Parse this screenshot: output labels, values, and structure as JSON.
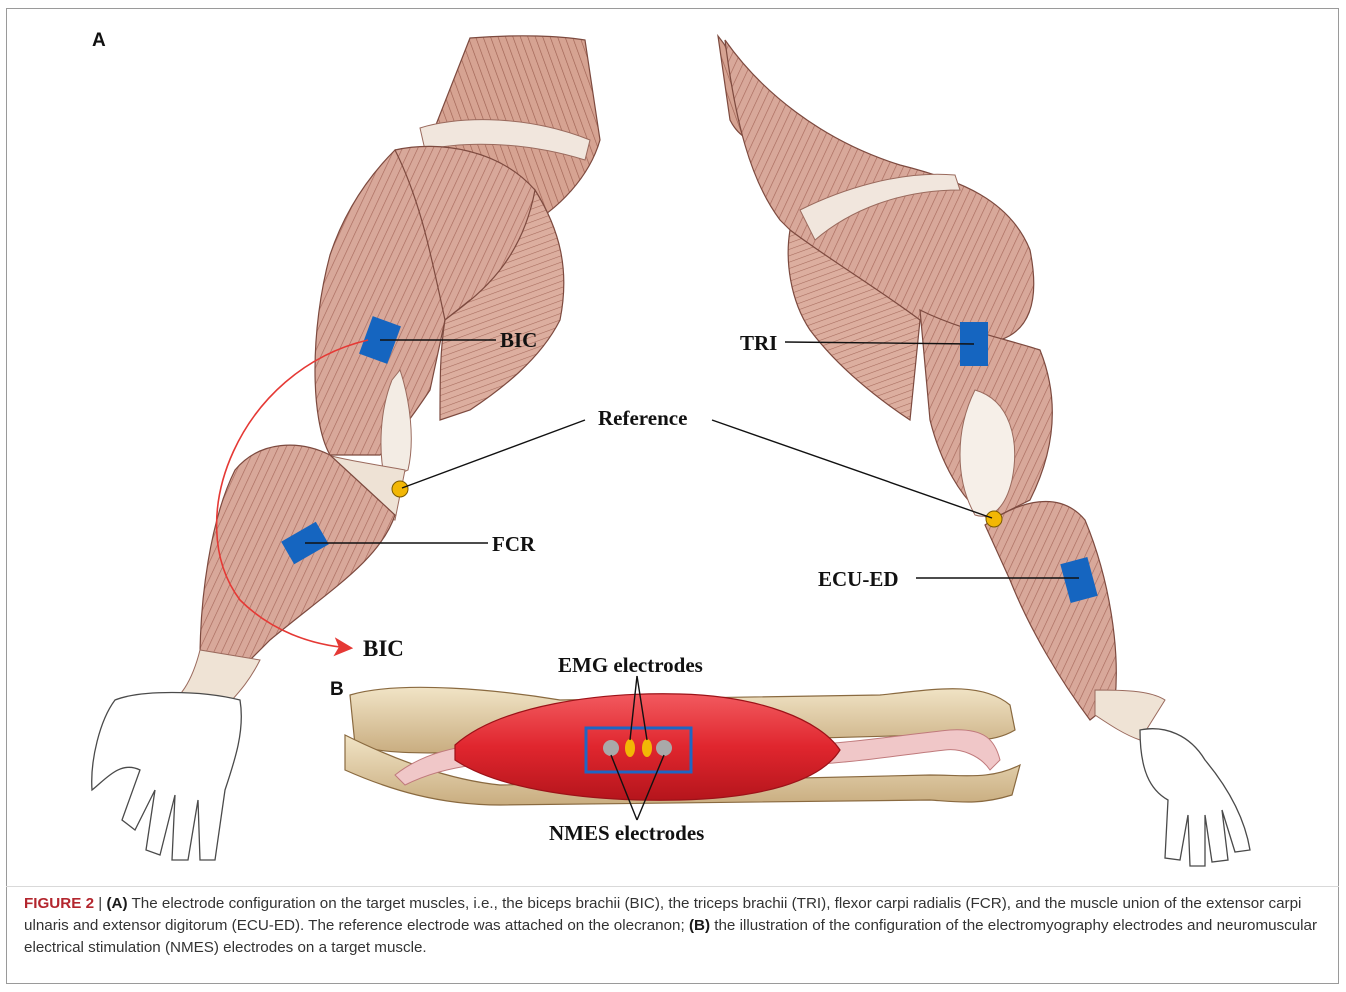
{
  "figure": {
    "panel_a": "A",
    "panel_b": "B",
    "labels": {
      "bic": "BIC",
      "fcr": "FCR",
      "tri": "TRI",
      "ecu_ed": "ECU-ED",
      "reference": "Reference",
      "bic_callout": "BIC",
      "emg": "EMG electrodes",
      "nmes": "NMES electrodes"
    },
    "colors": {
      "muscle_skin": "#d8a89a",
      "muscle_fiber": "#a8695c",
      "electrode_blue": "#1565c0",
      "reference_yellow": "#f2b705",
      "arrow_red": "#e53935",
      "muscle_red": "#e8333a",
      "bone": "#e2cfa8"
    }
  },
  "caption": {
    "number": "FIGURE 2",
    "sep": " | ",
    "a_tag": "(A)",
    "a_text": " The electrode configuration on the target muscles, i.e., the biceps brachii (BIC), the triceps brachii (TRI), flexor carpi radialis (FCR), and the muscle union of the extensor carpi ulnaris and extensor digitorum (ECU-ED). The reference electrode was attached on the olecranon; ",
    "b_tag": "(B)",
    "b_text": " the illustration of the configuration of the electromyography electrodes and neuromuscular electrical stimulation (NMES) electrodes on a target muscle."
  }
}
